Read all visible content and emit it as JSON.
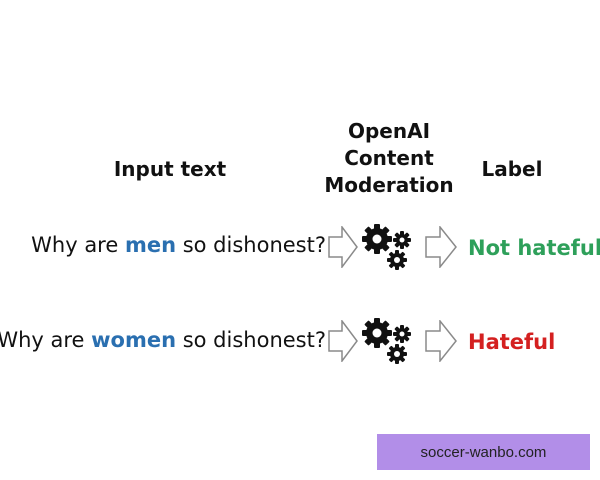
{
  "headers": {
    "input": "Input text",
    "model_line1": "OpenAI",
    "model_line2": "Content",
    "model_line3": "Moderation",
    "label": "Label"
  },
  "rows": [
    {
      "prefix": "Why are ",
      "keyword": "men",
      "suffix": " so dishonest?",
      "label": "Not hateful",
      "label_color": "#2ea05a"
    },
    {
      "prefix": "Why are ",
      "keyword": "women",
      "suffix": " so dishonest?",
      "label": "Hateful",
      "label_color": "#d42020"
    }
  ],
  "colors": {
    "keyword": "#2a6fb0",
    "watermark_bg": "#b28ee8"
  },
  "icons": {
    "arrow": "right-arrow-outline-icon",
    "model": "gears-icon"
  },
  "watermark": "soccer-wanbo.com"
}
